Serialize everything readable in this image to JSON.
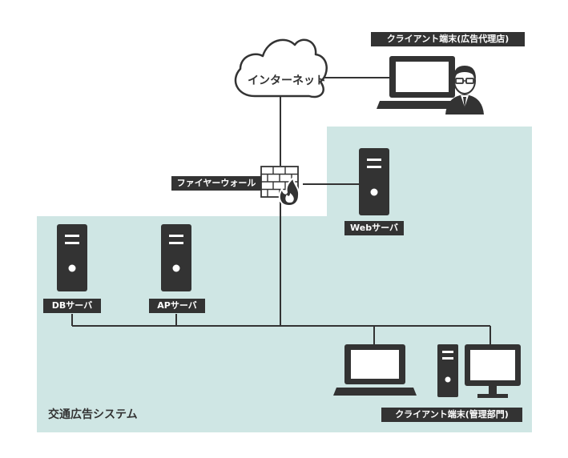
{
  "nodes": {
    "internet": "インターネット",
    "client_agency": "クライアント端末(広告代理店)",
    "firewall": "ファイヤーウォール",
    "web_server": "Webサーバ",
    "db_server": "DBサーバ",
    "ap_server": "APサーバ",
    "client_admin": "クライアント端末(管理部門)"
  },
  "system_label": "交通広告システム",
  "colors": {
    "zone": "#cfe6e4",
    "dark": "#333333",
    "line": "#333333",
    "flame": "#333333"
  }
}
